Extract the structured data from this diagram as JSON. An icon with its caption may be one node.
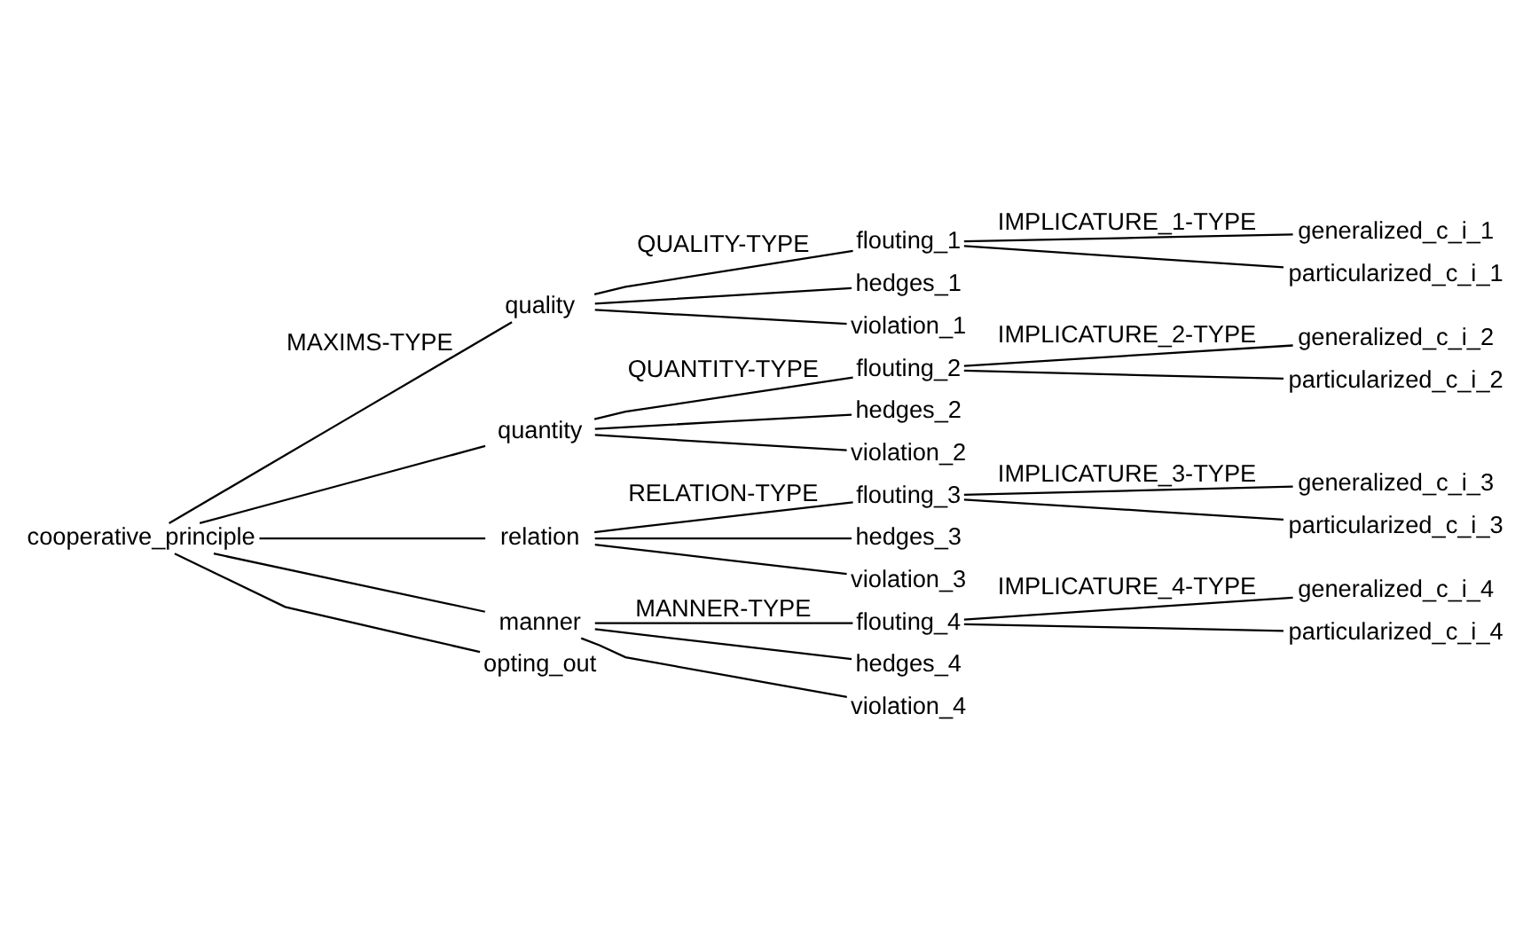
{
  "diagram": {
    "nodes": [
      {
        "text": [
          "cooperative_principle"
        ]
      },
      {
        "text": [
          "quality"
        ]
      },
      {
        "text": [
          "quantity"
        ]
      },
      {
        "text": [
          "relation"
        ]
      },
      {
        "text": [
          "manner"
        ]
      },
      {
        "text": [
          "opting_out"
        ]
      },
      {
        "text": [
          "flouting_1"
        ]
      },
      {
        "text": [
          "hedges_1"
        ]
      },
      {
        "text": [
          "violation_1"
        ]
      },
      {
        "text": [
          "generalized_c_i_1"
        ]
      },
      {
        "text": [
          "particularized_c_i_1"
        ]
      },
      {
        "text": [
          "flouting_2"
        ]
      },
      {
        "text": [
          "hedges_2"
        ]
      },
      {
        "text": [
          "violation_2"
        ]
      },
      {
        "text": [
          "generalized_c_i_2"
        ]
      },
      {
        "text": [
          "particularized_c_i_2"
        ]
      },
      {
        "text": [
          "flouting_3"
        ]
      },
      {
        "text": [
          "hedges_3"
        ]
      },
      {
        "text": [
          "violation_3"
        ]
      },
      {
        "text": [
          "generalized_c_i_3"
        ]
      },
      {
        "text": [
          "particularized_c_i_3"
        ]
      },
      {
        "text": [
          "flouting_4"
        ]
      },
      {
        "text": [
          "hedges_4"
        ]
      },
      {
        "text": [
          "violation_4"
        ]
      },
      {
        "text": [
          "generalized_c_i_4"
        ]
      },
      {
        "text": [
          "particularized_c_i_4"
        ]
      }
    ],
    "edges": [
      {
        "from": 0,
        "to": 1,
        "arrow": "none",
        "label": "MAXIMS-TYPE"
      },
      {
        "from": 0,
        "to": 2,
        "arrow": "none"
      },
      {
        "from": 0,
        "to": 3,
        "arrow": "none"
      },
      {
        "from": 0,
        "to": 4,
        "arrow": "none"
      },
      {
        "from": 0,
        "to": 5,
        "arrow": "none"
      },
      {
        "from": 1,
        "to": 6,
        "arrow": "none",
        "label": "QUALITY-TYPE"
      },
      {
        "from": 1,
        "to": 7,
        "arrow": "none"
      },
      {
        "from": 1,
        "to": 8,
        "arrow": "none"
      },
      {
        "from": 6,
        "to": 9,
        "arrow": "none",
        "label": "IMPLICATURE_1-TYPE"
      },
      {
        "from": 6,
        "to": 10,
        "arrow": "none"
      },
      {
        "from": 2,
        "to": 11,
        "arrow": "none",
        "label": "QUANTITY-TYPE"
      },
      {
        "from": 2,
        "to": 12,
        "arrow": "none"
      },
      {
        "from": 2,
        "to": 13,
        "arrow": "none"
      },
      {
        "from": 11,
        "to": 14,
        "arrow": "none",
        "label": "IMPLICATURE_2-TYPE"
      },
      {
        "from": 11,
        "to": 15,
        "arrow": "none"
      },
      {
        "from": 3,
        "to": 16,
        "arrow": "none",
        "label": "RELATION-TYPE"
      },
      {
        "from": 3,
        "to": 17,
        "arrow": "none"
      },
      {
        "from": 3,
        "to": 18,
        "arrow": "none"
      },
      {
        "from": 16,
        "to": 19,
        "arrow": "none",
        "label": "IMPLICATURE_3-TYPE"
      },
      {
        "from": 16,
        "to": 20,
        "arrow": "none"
      },
      {
        "from": 4,
        "to": 21,
        "arrow": "none",
        "label": "MANNER-TYPE"
      },
      {
        "from": 4,
        "to": 22,
        "arrow": "none"
      },
      {
        "from": 4,
        "to": 23,
        "arrow": "none"
      },
      {
        "from": 21,
        "to": 24,
        "arrow": "none",
        "label": "IMPLICATURE_4-TYPE"
      },
      {
        "from": 21,
        "to": 25,
        "arrow": "none"
      }
    ]
  }
}
